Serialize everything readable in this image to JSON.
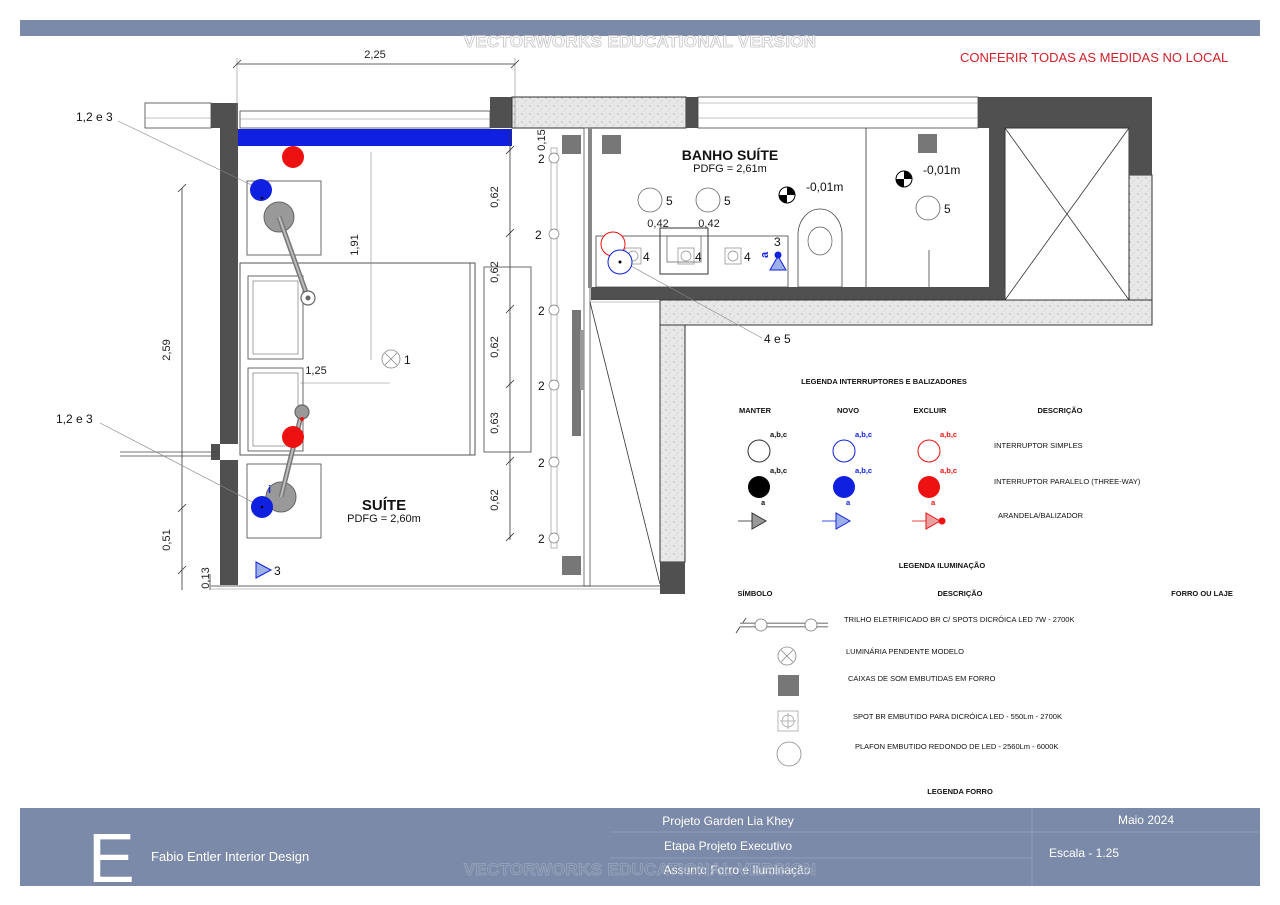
{
  "watermark": "VECTORWORKS EDUCATIONAL VERSION",
  "notice": "CONFERIR TODAS AS MEDIDAS NO LOCAL",
  "colors": {
    "header_bar": "#7b8aa8",
    "footer_bar": "#7b8aa8",
    "notice": "#d0202a",
    "blue": "#1020e0",
    "red": "#ee1111",
    "wall": "#505050"
  },
  "rooms": {
    "suite": {
      "name": "SUÍTE",
      "level": "PDFG = 2,60m"
    },
    "bath": {
      "name": "BANHO SUÍTE",
      "level": "PDFG = 2,61m"
    }
  },
  "dimensions": {
    "top_width": "2,25",
    "top_0_15": "0,15",
    "left_total": "2,59",
    "left_bottom": "0,51",
    "left_min": "0,13",
    "inner_vertical": "1,91",
    "inner_horizontal": "1,25",
    "right_1": "0,62",
    "right_2": "0,62",
    "right_3": "0,62",
    "right_4": "0,63",
    "right_5": "0,62",
    "bath_1": "0,42",
    "bath_2": "0,42",
    "level_1": "-0,01m",
    "level_2": "-0,01m"
  },
  "callouts": {
    "switch_top": "1,2 e 3",
    "switch_bottom": "1,2 e 3",
    "bath_switch": "4 e 5",
    "circuit_1": "1",
    "circuit_2": "2",
    "circuit_3": "3",
    "circuit_4": "4",
    "circuit_5": "5",
    "letter_a": "a",
    "letter_i": "i"
  },
  "legend_switches": {
    "title": "LEGENDA INTERRUPTORES E BALIZADORES",
    "col_keep": "MANTER",
    "col_new": "NOVO",
    "col_remove": "EXCLUIR",
    "col_desc": "DESCRIÇÃO",
    "abc": "a,b,c",
    "a": "a",
    "rows": [
      "INTERRUPTOR SIMPLES",
      "INTERRUPTOR PARALELO (THREE-WAY)",
      "ARANDELA/BALIZADOR"
    ]
  },
  "legend_lighting": {
    "title": "LEGENDA ILUMINAÇÃO",
    "col_symbol": "SÍMBOLO",
    "col_desc": "DESCRIÇÃO",
    "col_ceiling": "FORRO OU LAJE",
    "rows": [
      "TRILHO ELETRIFICADO BR C/ SPOTS DICRÓICA LED 7W - 2700K",
      "LUMINÁRIA PENDENTE MODELO",
      "CAIXAS DE SOM EMBUTIDAS EM FORRO",
      "SPOT BR EMBUTIDO PARA DICRÓICA LED - 550Lm - 2700K",
      "PLAFON  EMBUTIDO REDONDO DE LED  - 2560Lm - 6000K"
    ]
  },
  "legend_ceiling": {
    "title": "LEGENDA FORRO"
  },
  "footer": {
    "logo_letter": "E",
    "studio": "Fabio Entler Interior Design",
    "project": "Projeto Garden Lia Khey",
    "stage": "Etapa Projeto Executivo",
    "subject": "Assunto Forro e Iluminação",
    "date": "Maio 2024",
    "scale": "Escala - 1.25"
  }
}
